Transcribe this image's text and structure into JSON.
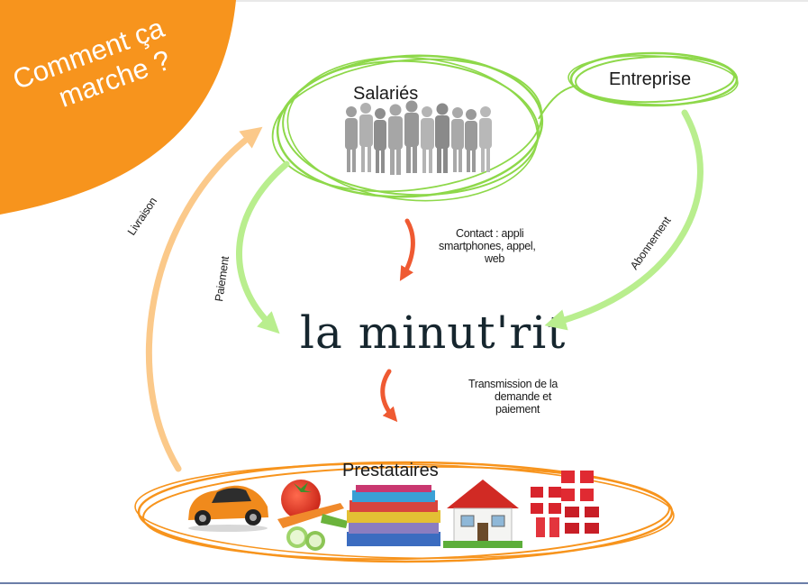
{
  "badge": {
    "line1": "Comment ça",
    "line2": "marche ?"
  },
  "nodes": {
    "salaries": "Salariés",
    "entreprise": "Entreprise",
    "brand": "la minut'rit",
    "prestataires": "Prestataires"
  },
  "edges": {
    "livraison": "Livraison",
    "paiement": "Paiement",
    "contact": [
      "Contact : appli",
      "smartphones, appel,",
      "web"
    ],
    "abonnement": "Abonnement",
    "transmission": [
      "Transmission de la",
      "demande et",
      "paiement"
    ]
  },
  "prestataire_icons": [
    "car-icon",
    "vegetables-icon",
    "laundry-icon",
    "house-icon",
    "gifts-icon"
  ],
  "colors": {
    "orange": "#f7941d",
    "green": "#8ed84a",
    "light_green": "#b9ee8e",
    "light_orange": "#fbc98a",
    "red_arrow": "#ef5a32"
  }
}
